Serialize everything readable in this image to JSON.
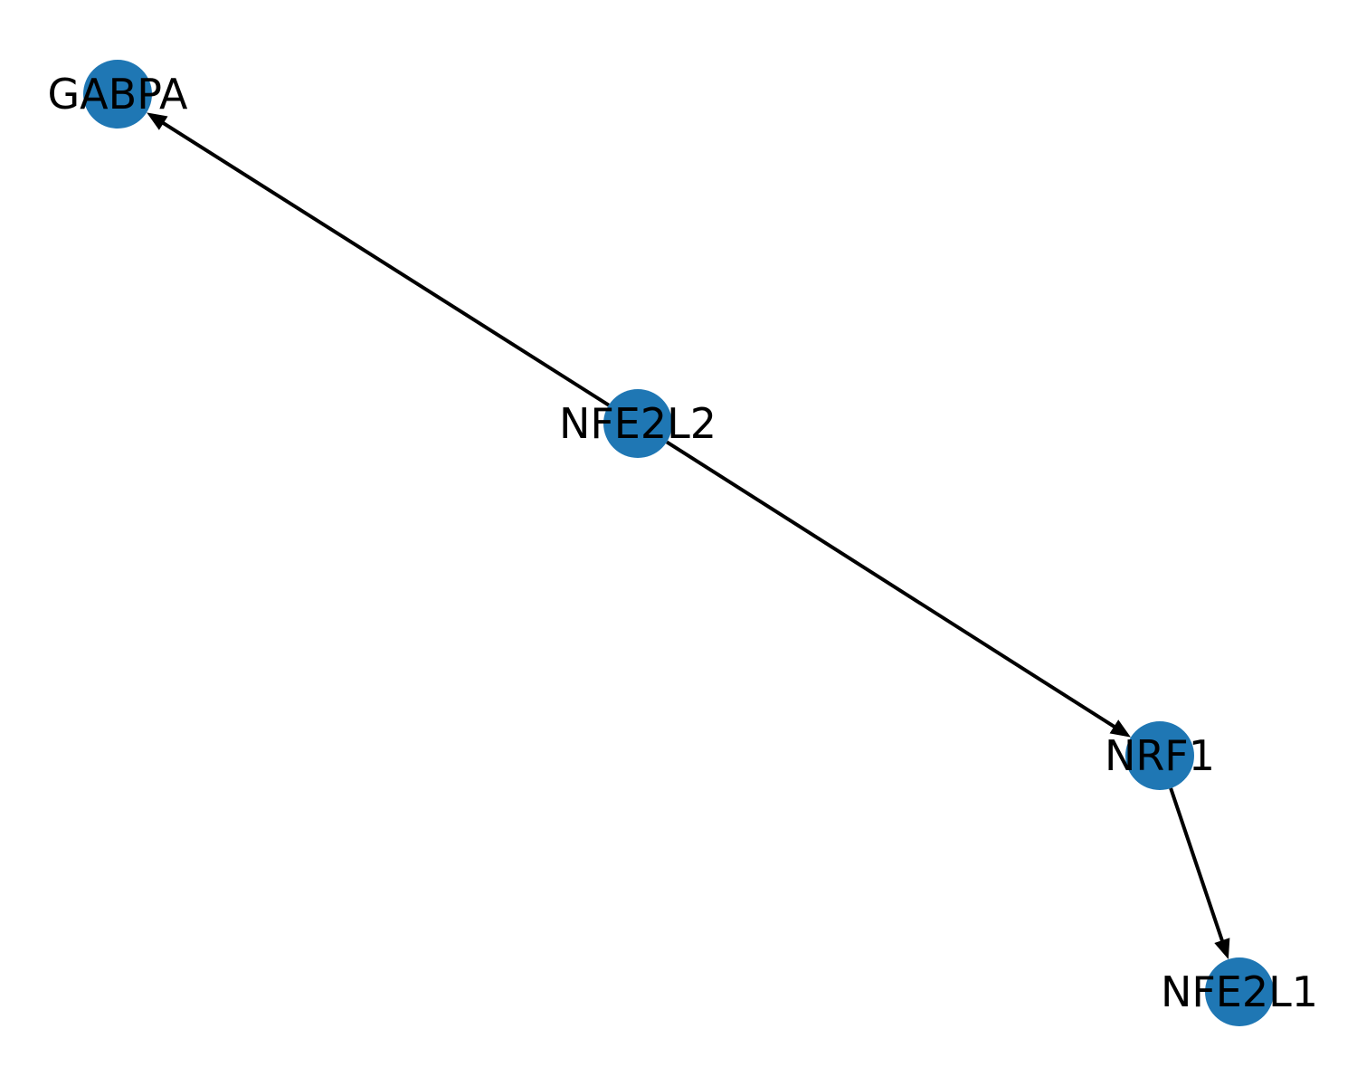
{
  "graph": {
    "directed": true,
    "node_color": "#1f77b4",
    "edge_color": "#000000",
    "label_color": "#000000",
    "nodes": [
      {
        "id": "GABPA",
        "label": "GABPA"
      },
      {
        "id": "NFE2L2",
        "label": "NFE2L2"
      },
      {
        "id": "NRF1",
        "label": "NRF1"
      },
      {
        "id": "NFE2L1",
        "label": "NFE2L1"
      }
    ],
    "edges": [
      {
        "source": "NFE2L2",
        "target": "GABPA"
      },
      {
        "source": "NFE2L2",
        "target": "NRF1"
      },
      {
        "source": "NRF1",
        "target": "NFE2L1"
      }
    ]
  }
}
